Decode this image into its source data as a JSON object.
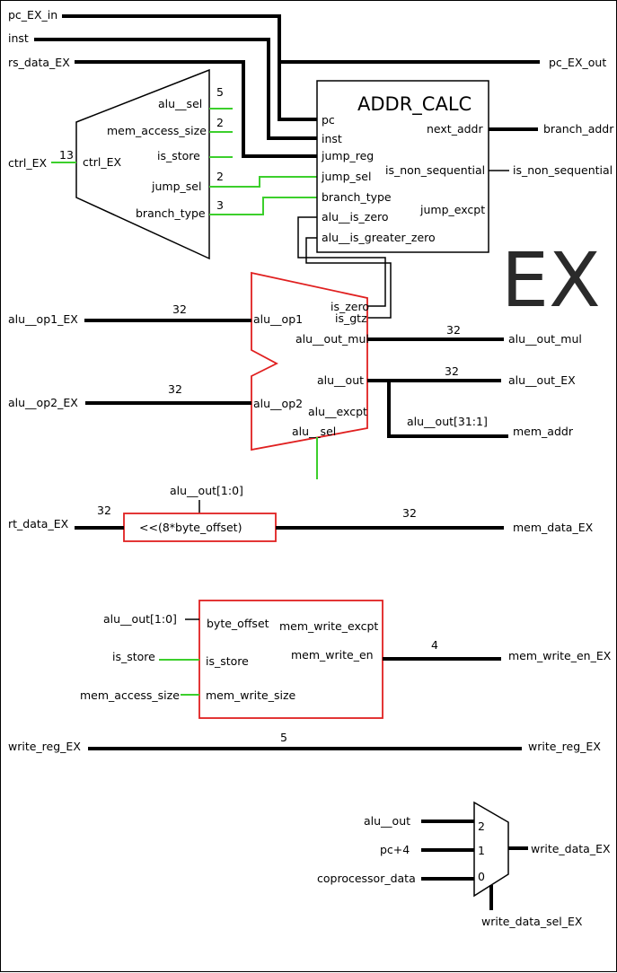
{
  "inputs": {
    "pc_ex_in": "pc_EX_in",
    "inst": "inst",
    "rs_data_ex": "rs_data_EX",
    "ctrl_ex": "ctrl_EX",
    "alu_op1_ex": "alu__op1_EX",
    "alu_op2_ex": "alu__op2_EX",
    "rt_data_ex": "rt_data_EX",
    "write_reg_ex": "write_reg_EX"
  },
  "outputs": {
    "pc_ex_out": "pc_EX_out",
    "branch_addr": "branch_addr",
    "is_non_sequential": "is_non_sequential",
    "alu_out_mul": "alu__out_mul",
    "alu_out_ex": "alu__out_EX",
    "mem_addr": "mem_addr",
    "mem_data_ex": "mem_data_EX",
    "mem_write_en_ex": "mem_write_en_EX",
    "write_reg_ex": "write_reg_EX",
    "write_data_ex": "write_data_EX"
  },
  "decoder": {
    "in_port": "ctrl_EX",
    "in_width": "13",
    "ports": [
      "alu__sel",
      "mem_access_size",
      "is_store",
      "jump_sel",
      "branch_type"
    ],
    "widths": {
      "alu_sel": "5",
      "mem_access_size": "2",
      "jump_sel": "2",
      "branch_type": "3"
    }
  },
  "addr_calc": {
    "title": "ADDR_CALC",
    "in_ports": [
      "pc",
      "inst",
      "jump_reg",
      "jump_sel",
      "branch_type",
      "alu__is_zero",
      "alu__is_greater_zero"
    ],
    "out_ports": [
      "next_addr",
      "is_non_sequential",
      "jump_excpt"
    ]
  },
  "stage_label": "EX",
  "alu": {
    "in_ports": [
      "alu__op1",
      "alu__op2"
    ],
    "out_ports": [
      "is_zero",
      "is_gtz",
      "alu__out_mul",
      "alu__out",
      "alu__excpt",
      "alu__sel"
    ],
    "widths": {
      "op1": "32",
      "op2": "32",
      "out_mul": "32",
      "out": "32"
    },
    "slice_label": "alu__out[31:1]"
  },
  "shifter": {
    "label": "<<(8*byte_offset)",
    "ctrl": "alu__out[1:0]",
    "in_width": "32",
    "out_width": "32"
  },
  "mem_write": {
    "in_ports": [
      "byte_offset",
      "is_store",
      "mem_write_size"
    ],
    "out_ports": [
      "mem_write_excpt",
      "mem_write_en"
    ],
    "ext_inputs": [
      "alu__out[1:0]",
      "is_store",
      "mem_access_size"
    ],
    "out_width": "4"
  },
  "write_reg_width": "5",
  "mux": {
    "inputs": [
      "alu__out",
      "pc+4",
      "coprocessor_data"
    ],
    "selects": [
      "2",
      "1",
      "0"
    ],
    "select_signal": "write_data_sel_EX"
  }
}
